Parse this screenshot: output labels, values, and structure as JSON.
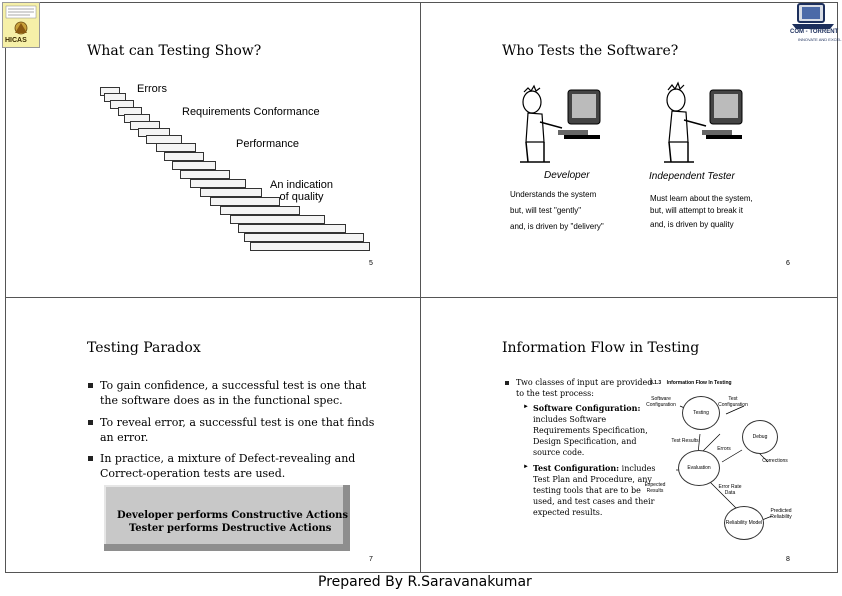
{
  "logos": {
    "left_text": "HICAS",
    "right_text": "COM - TORRENT",
    "right_tagline": "INNOVATE AND EXCEL"
  },
  "slide5": {
    "title": "What can Testing Show?",
    "labels": {
      "errors": "Errors",
      "requirements": "Requirements Conformance",
      "performance": "Performance",
      "indication_line1": "An indication",
      "indication_line2": "of quality"
    },
    "page": "5"
  },
  "slide6": {
    "title": "Who Tests the Software?",
    "developer": {
      "label": "Developer",
      "lines": [
        "Understands the system",
        "but, will test \"gently\"",
        "and, is driven by \"delivery\""
      ]
    },
    "tester": {
      "label": "Independent Tester",
      "lines": [
        "Must learn about the system,",
        "but, will attempt to break it",
        "and, is driven by quality"
      ]
    },
    "page": "6"
  },
  "slide7": {
    "title": "Testing Paradox",
    "bullets": [
      {
        "line1": "To gain confidence, a successful test is one that",
        "line2": "the software does as in the functional spec."
      },
      {
        "line1": "To reveal error, a successful test is one that finds",
        "line2": "an error."
      },
      {
        "line1": "In practice, a mixture of Defect-revealing and",
        "line2": "Correct-operation tests are used."
      }
    ],
    "box_line1": "Developer performs Constructive Actions",
    "box_line2": "Tester performs Destructive Actions",
    "page": "7"
  },
  "slide8": {
    "title": "Information Flow in Testing",
    "intro_line1": "Two classes of input are provided",
    "intro_line2": "to the test process:",
    "sub1": {
      "label": "Software Configuration:",
      "lines": [
        "includes Software",
        "Requirements Specification,",
        "Design Specification, and",
        "source code."
      ]
    },
    "sub2": {
      "label": "Test Configuration:",
      "suffix": " includes",
      "lines": [
        "Test Plan and Procedure, any",
        "testing tools that are to be",
        "used, and test cases and their",
        "expected results."
      ]
    },
    "diagram": {
      "heading": "8.1.3    Information Flow In Testing",
      "software_configuration": "Software Configuration",
      "test_configuration": "Test Configuration",
      "testing": "Testing",
      "test_results": "Test Results",
      "errors": "Errors",
      "debug": "Debug",
      "evaluation": "Evaluation",
      "corrections": "Corrections",
      "expected_results": "Expected Results",
      "error_rate_data": "Error Rate Data",
      "reliability_model": "Reliability Model",
      "predicted_reliability": "Predicted Reliability"
    },
    "page": "8"
  },
  "footer": "Prepared By R.Saravanakumar"
}
